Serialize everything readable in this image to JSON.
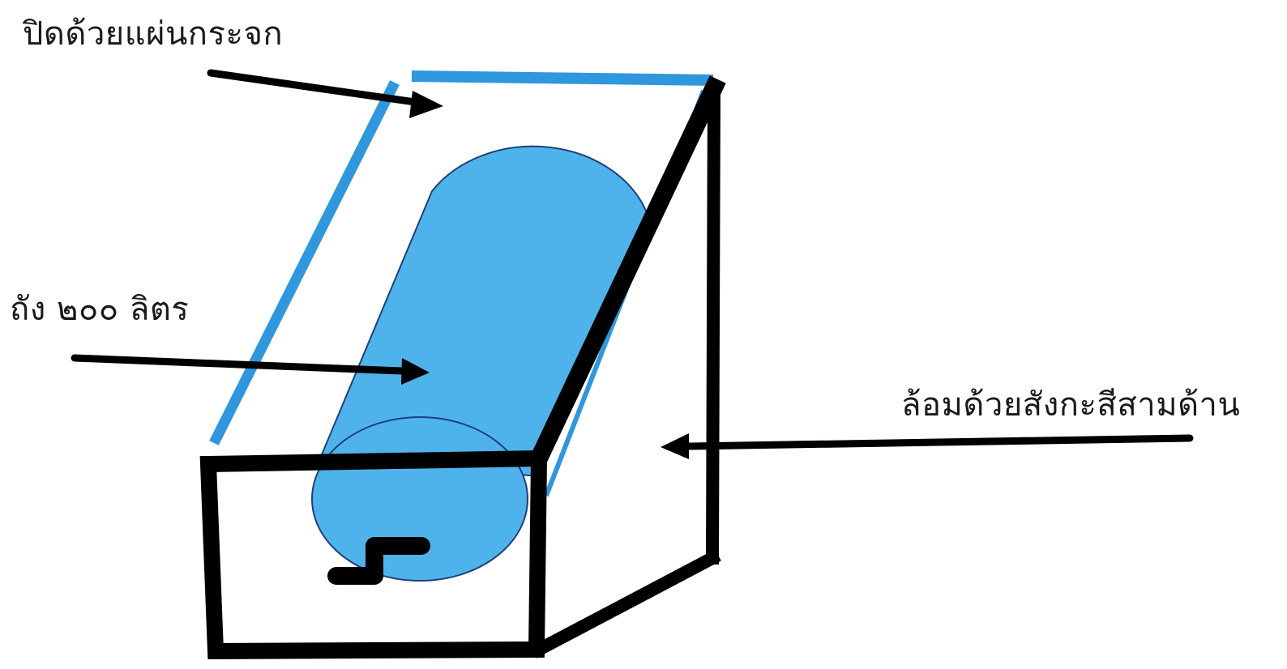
{
  "labels": {
    "glass_cover": "ปิดด้วยแผ่นกระจก",
    "tank": "ถัง ๒๐๐ ลิตร",
    "zinc_walls": "ล้อมด้วยสังกะสีสามด้าน"
  },
  "colors": {
    "glass": "#2f97dd",
    "tank_fill": "#4fb3eb",
    "tank_stroke": "#1f3f7a",
    "frame": "#000000",
    "arrow": "#000000",
    "text": "#1a1a1a"
  }
}
